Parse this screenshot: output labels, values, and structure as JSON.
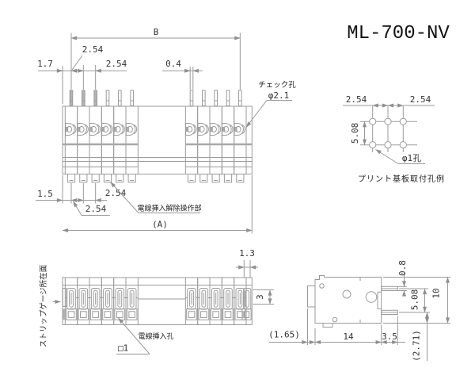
{
  "window": {
    "title": "ML-700-NV"
  },
  "colors": {
    "line": "#9b9b9b",
    "text": "#333333",
    "background": "#ffffff",
    "pin_fill": "#b3b3b3"
  },
  "top_view": {
    "dim_b": "B",
    "dim_left_offset": "1.7",
    "dim_pitch_top_1": "2.54",
    "dim_pitch_top_2": "2.54",
    "dim_pin_width": "0.4",
    "check_hole_label": "チェック孔",
    "check_hole_dia": "φ2.1",
    "dim_bottom_offset": "1.5",
    "dim_pitch_bottom_1": "2.54",
    "dim_pitch_bottom_2": "2.54",
    "release_label": "電線挿入解除操作部",
    "dim_overall": "(A)"
  },
  "pcb_pattern": {
    "dim_col_left": "2.54",
    "dim_col_right": "2.54",
    "dim_row": "5.08",
    "hole_label": "φ1孔",
    "caption": "プリント基板取付孔例"
  },
  "front_view": {
    "face_label": "ストリップゲージ所在面",
    "dim_end_slot": "1.3",
    "dim_hole_height": "3",
    "wire_hole_label": "電線挿入孔",
    "wire_hole_size": "□1"
  },
  "side_view": {
    "dim_tab": "(1.65)",
    "dim_depth": "14",
    "dim_pin_protrusion": "3.5",
    "dim_pin_thickness": "0.8",
    "dim_row_pitch": "5.08",
    "dim_height": "10",
    "dim_pin_below": "(2.71)"
  }
}
